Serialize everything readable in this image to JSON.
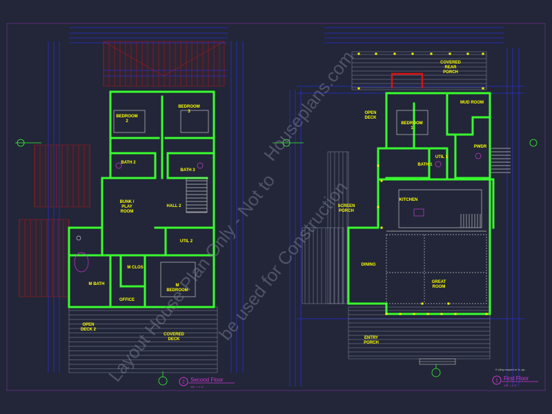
{
  "sheet": {
    "background": "#222638",
    "wall_color": "#39ff2e",
    "dimension_color": "#2a2fd8",
    "roof_color": "#b01818",
    "label_color": "#ffff00",
    "title_color": "#d13ad6",
    "watermark_color": "#7d8094"
  },
  "watermark": {
    "line1": "Houseplans.com",
    "line2": "be used for Construction",
    "line3": "Layout House Plan Only - Not to"
  },
  "second_floor": {
    "title": "Second Floor",
    "number": "2",
    "scale": "1/8\" = 1'-0\"",
    "rooms": [
      {
        "key": "bedroom2",
        "label": "BEDROOM\n2"
      },
      {
        "key": "bedroom3",
        "label": "BEDROOM\n3"
      },
      {
        "key": "bath2",
        "label": "BATH 2"
      },
      {
        "key": "bath3",
        "label": "BATH 3"
      },
      {
        "key": "bunk",
        "label": "BUNK /\nPLAY\nROOM"
      },
      {
        "key": "hall2",
        "label": "HALL 2"
      },
      {
        "key": "util2",
        "label": "UTIL 2"
      },
      {
        "key": "mclos",
        "label": "M CLOS"
      },
      {
        "key": "mbath",
        "label": "M BATH"
      },
      {
        "key": "office",
        "label": "OFFICE"
      },
      {
        "key": "mbedroom",
        "label": "M\nBEDROOM"
      },
      {
        "key": "opendeck2",
        "label": "OPEN\nDECK 2"
      },
      {
        "key": "covereddeck",
        "label": "COVERED\nDECK"
      }
    ]
  },
  "first_floor": {
    "title": "First Floor",
    "number": "1",
    "scale": "1/8\" = 1'-0\"",
    "note": "6\" piling wrapped w/ 1x, typ.",
    "rooms": [
      {
        "key": "rearporch",
        "label": "COVERED\nREAR\nPORCH"
      },
      {
        "key": "mudroom",
        "label": "MUD ROOM"
      },
      {
        "key": "opendeck",
        "label": "OPEN\nDECK"
      },
      {
        "key": "bedroom1",
        "label": "BEDROOM\n1"
      },
      {
        "key": "util1",
        "label": "UTIL 1"
      },
      {
        "key": "pwdr",
        "label": "PWDR"
      },
      {
        "key": "bath1",
        "label": "BATH 1"
      },
      {
        "key": "kitchen",
        "label": "KITCHEN"
      },
      {
        "key": "screenporch",
        "label": "SCREEN\nPORCH"
      },
      {
        "key": "dining",
        "label": "DINING"
      },
      {
        "key": "greatroom",
        "label": "GREAT\nROOM"
      },
      {
        "key": "entryporch",
        "label": "ENTRY\nPORCH"
      }
    ]
  }
}
